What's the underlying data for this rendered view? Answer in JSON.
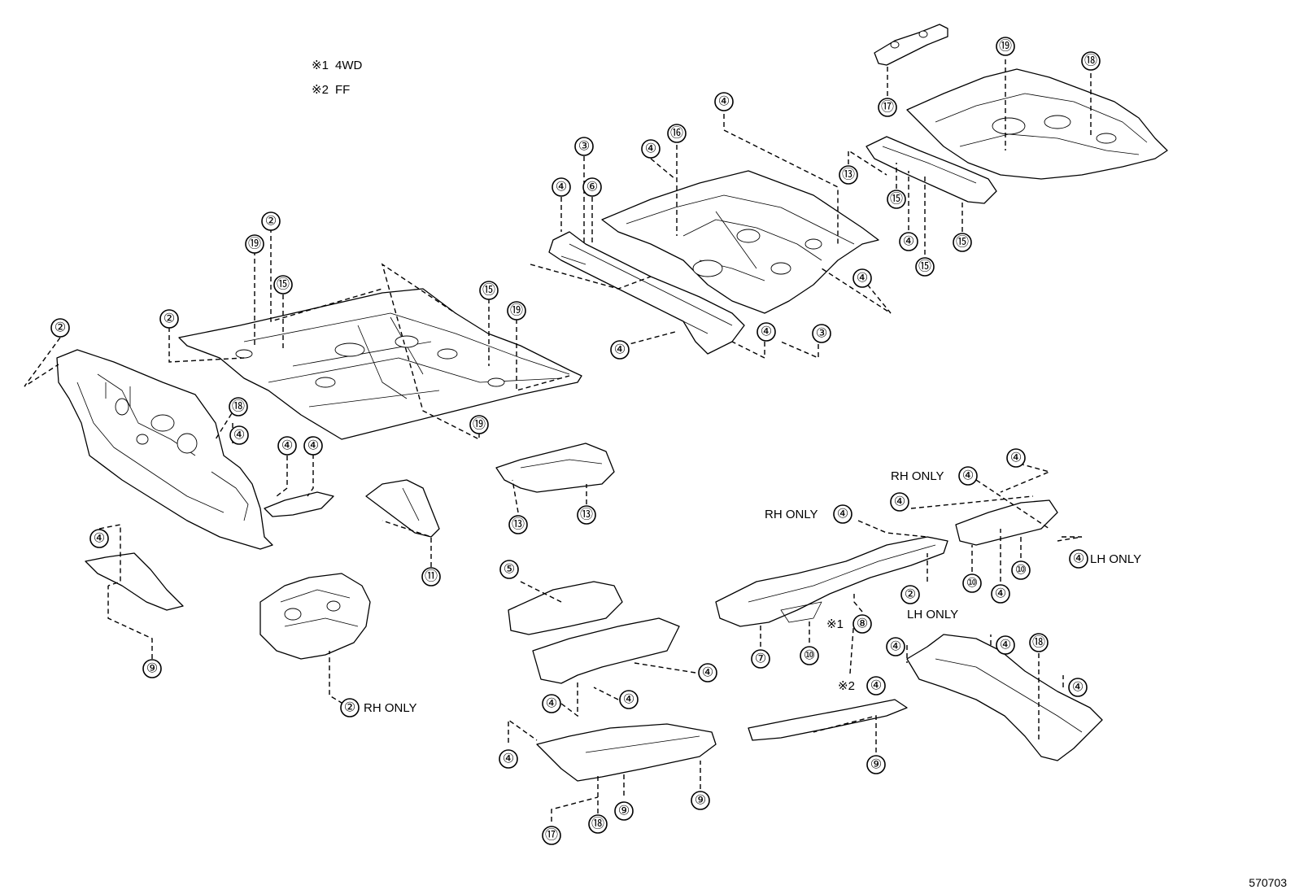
{
  "legend": [
    {
      "mark": "※1",
      "text": "4WD"
    },
    {
      "mark": "※2",
      "text": "FF"
    }
  ],
  "diagram_code": "570703",
  "notes": {
    "rh_only": "RH ONLY",
    "lh_only": "LH ONLY"
  },
  "parts": {
    "2": "②",
    "3": "③",
    "4": "④",
    "5": "⑤",
    "6": "⑥",
    "7": "⑦",
    "8": "⑧",
    "9": "⑨",
    "10": "⑩",
    "11": "⑪",
    "13": "⑬",
    "15": "⑮",
    "16": "⑯",
    "17": "⑰",
    "18": "⑱",
    "19": "⑲"
  },
  "callouts": [
    {
      "num": "2"
    },
    {
      "num": "2"
    },
    {
      "num": "19"
    },
    {
      "num": "15"
    },
    {
      "num": "2"
    },
    {
      "num": "18"
    },
    {
      "num": "4"
    },
    {
      "num": "4"
    },
    {
      "num": "4"
    },
    {
      "num": "4"
    },
    {
      "num": "9"
    },
    {
      "num": "2"
    },
    {
      "num": "11"
    },
    {
      "num": "15"
    },
    {
      "num": "19"
    },
    {
      "num": "19"
    },
    {
      "num": "13"
    },
    {
      "num": "13"
    },
    {
      "num": "3"
    },
    {
      "num": "6"
    },
    {
      "num": "4"
    },
    {
      "num": "4"
    },
    {
      "num": "4"
    },
    {
      "num": "3"
    },
    {
      "num": "4"
    },
    {
      "num": "16"
    },
    {
      "num": "4"
    },
    {
      "num": "4"
    },
    {
      "num": "17"
    },
    {
      "num": "19"
    },
    {
      "num": "18"
    },
    {
      "num": "13"
    },
    {
      "num": "15"
    },
    {
      "num": "4"
    },
    {
      "num": "15"
    },
    {
      "num": "15"
    },
    {
      "num": "5"
    },
    {
      "num": "4"
    },
    {
      "num": "4"
    },
    {
      "num": "4"
    },
    {
      "num": "4"
    },
    {
      "num": "9"
    },
    {
      "num": "9"
    },
    {
      "num": "18"
    },
    {
      "num": "17"
    },
    {
      "num": "4"
    },
    {
      "num": "4"
    },
    {
      "num": "4"
    },
    {
      "num": "4"
    },
    {
      "num": "10"
    },
    {
      "num": "4"
    },
    {
      "num": "10"
    },
    {
      "num": "4"
    },
    {
      "num": "2"
    },
    {
      "num": "8"
    },
    {
      "num": "7"
    },
    {
      "num": "10"
    },
    {
      "num": "4"
    },
    {
      "num": "9"
    },
    {
      "num": "4"
    },
    {
      "num": "4"
    },
    {
      "num": "18"
    },
    {
      "num": "4"
    }
  ]
}
